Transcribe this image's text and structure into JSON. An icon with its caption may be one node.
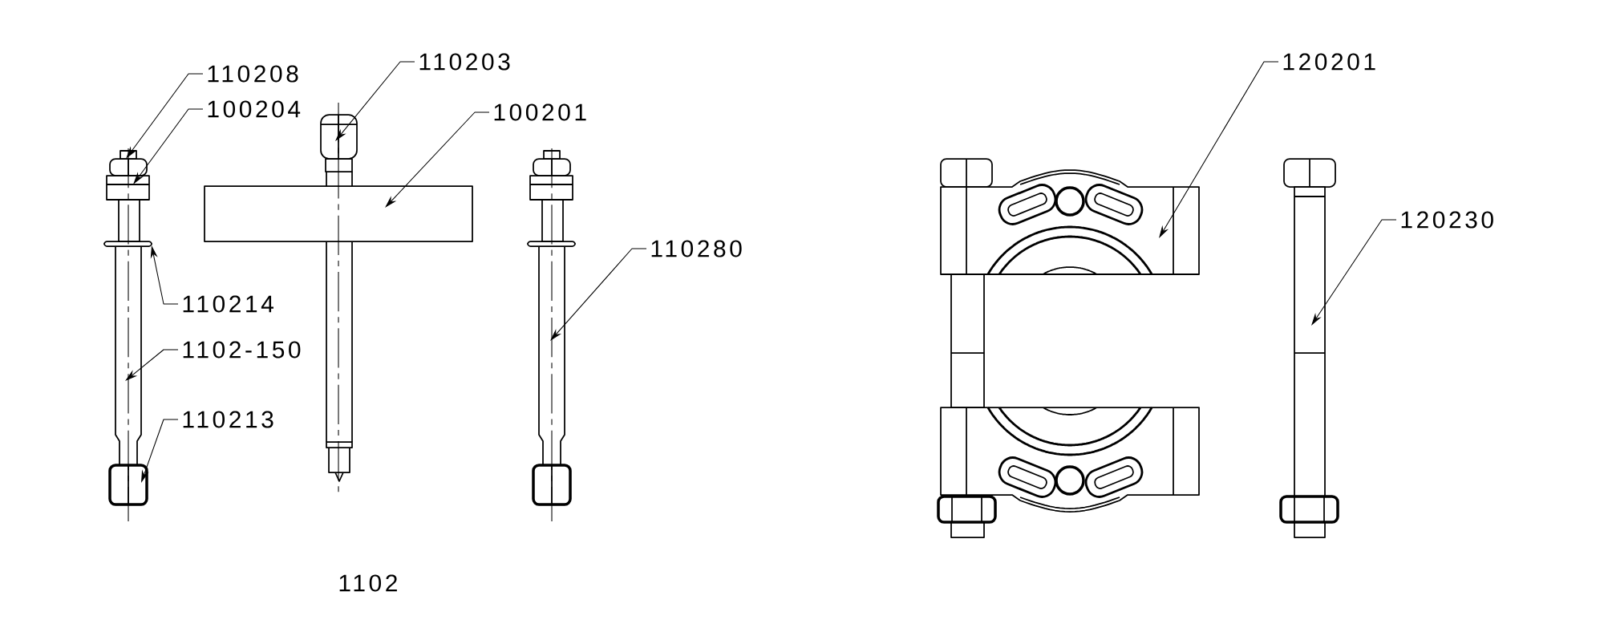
{
  "diagram": {
    "nodes": [
      {
        "text": [
          "110203"
        ]
      },
      {
        "text": [
          "120201"
        ]
      },
      {
        "text": [
          "110208"
        ]
      },
      {
        "text": [
          "100204"
        ]
      },
      {
        "text": [
          "100201"
        ]
      },
      {
        "text": [
          "120230"
        ]
      },
      {
        "text": [
          "110280"
        ]
      },
      {
        "text": [
          "110214"
        ]
      },
      {
        "text": [
          "1102-150"
        ]
      },
      {
        "text": [
          "110213"
        ]
      }
    ],
    "edges": [
      {
        "from": 0,
        "to": null,
        "arrow": "to"
      },
      {
        "from": 1,
        "to": null,
        "arrow": "to"
      },
      {
        "from": 2,
        "to": null,
        "arrow": "to"
      },
      {
        "from": 3,
        "to": null,
        "arrow": "to"
      },
      {
        "from": 4,
        "to": null,
        "arrow": "to"
      },
      {
        "from": 5,
        "to": null,
        "arrow": "to"
      },
      {
        "from": 6,
        "to": null,
        "arrow": "to"
      },
      {
        "from": 7,
        "to": null,
        "arrow": "to"
      },
      {
        "from": 8,
        "to": null,
        "arrow": "to"
      },
      {
        "from": 9,
        "to": null,
        "arrow": "to"
      }
    ],
    "labels": [
      "1102"
    ]
  }
}
